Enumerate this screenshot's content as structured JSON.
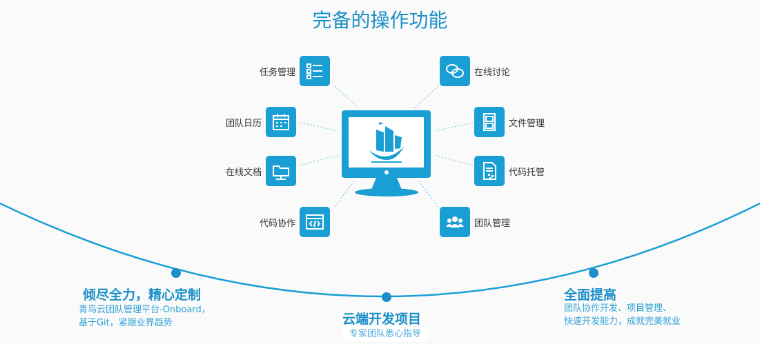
{
  "title": "完备的操作功能",
  "features": [
    {
      "label": "任务管理",
      "icon": "task-list-icon"
    },
    {
      "label": "团队日历",
      "icon": "calendar-icon"
    },
    {
      "label": "在线文档",
      "icon": "folder-icon"
    },
    {
      "label": "代码协作",
      "icon": "code-window-icon"
    },
    {
      "label": "在线讨论",
      "icon": "chat-icon"
    },
    {
      "label": "文件管理",
      "icon": "file-cabinet-icon"
    },
    {
      "label": "代码托管",
      "icon": "code-file-icon"
    },
    {
      "label": "团队管理",
      "icon": "team-icon"
    }
  ],
  "milestones": [
    {
      "heading": "倾尽全力，精心定制",
      "lines": [
        "青鸟云团队管理平台-Onboard，",
        "基于Git，紧跟业界趋势"
      ]
    },
    {
      "heading": "云端开发项目",
      "lines": [
        "专家团队悉心指导"
      ]
    },
    {
      "heading": "全面提高",
      "lines": [
        "团队协作开发、项目管理、",
        "快速开发能力，成就完美就业"
      ]
    }
  ],
  "colors": {
    "accent": "#1a9fd4"
  }
}
